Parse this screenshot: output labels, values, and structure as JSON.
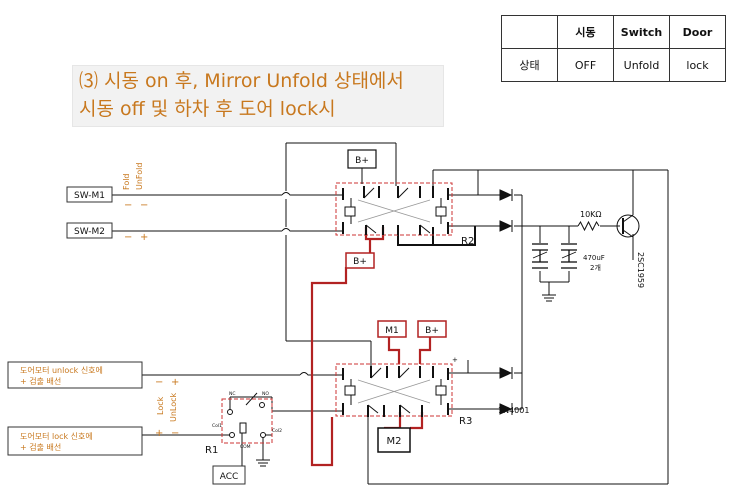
{
  "title": {
    "line1": "⑶ 시동 on 후, Mirror Unfold 상태에서",
    "line2": "시동 off 및 하차 후 도어 lock시"
  },
  "state_table": {
    "headers": [
      "",
      "시동",
      "Switch",
      "Door"
    ],
    "row": [
      "상태",
      "OFF",
      "Unfold",
      "lock"
    ]
  },
  "labels": {
    "sw_m1": "SW-M1",
    "sw_m2": "SW-M2",
    "fold": "Fold",
    "unfold": "UnFold",
    "minus": "−",
    "plus": "+",
    "b_plus": "B+",
    "m1": "M1",
    "m2": "M2",
    "r1": "R1",
    "r2": "R2",
    "r3": "R3",
    "acc": "ACC",
    "resistor": "10KΩ",
    "capacitor": "470uF",
    "cap_count": "2개",
    "transistor": "2SC1959",
    "diode": "1N4001",
    "lock": "Lock",
    "unlock": "UnLock",
    "unlock_signal_1": "도어모터 unlock 신호에",
    "unlock_signal_2": "+ 검출 배선",
    "lock_signal_1": "도어모터 lock 신호에",
    "lock_signal_2": "+ 검출 배선",
    "pin_col1": "Col1",
    "pin_col2": "Col2",
    "pin_nc": "NC",
    "pin_no": "NO",
    "pin_com": "COM"
  },
  "colors": {
    "wire": "#111111",
    "active": "#b22222",
    "label": "#c8781e",
    "relay_box": "#cc3333"
  }
}
